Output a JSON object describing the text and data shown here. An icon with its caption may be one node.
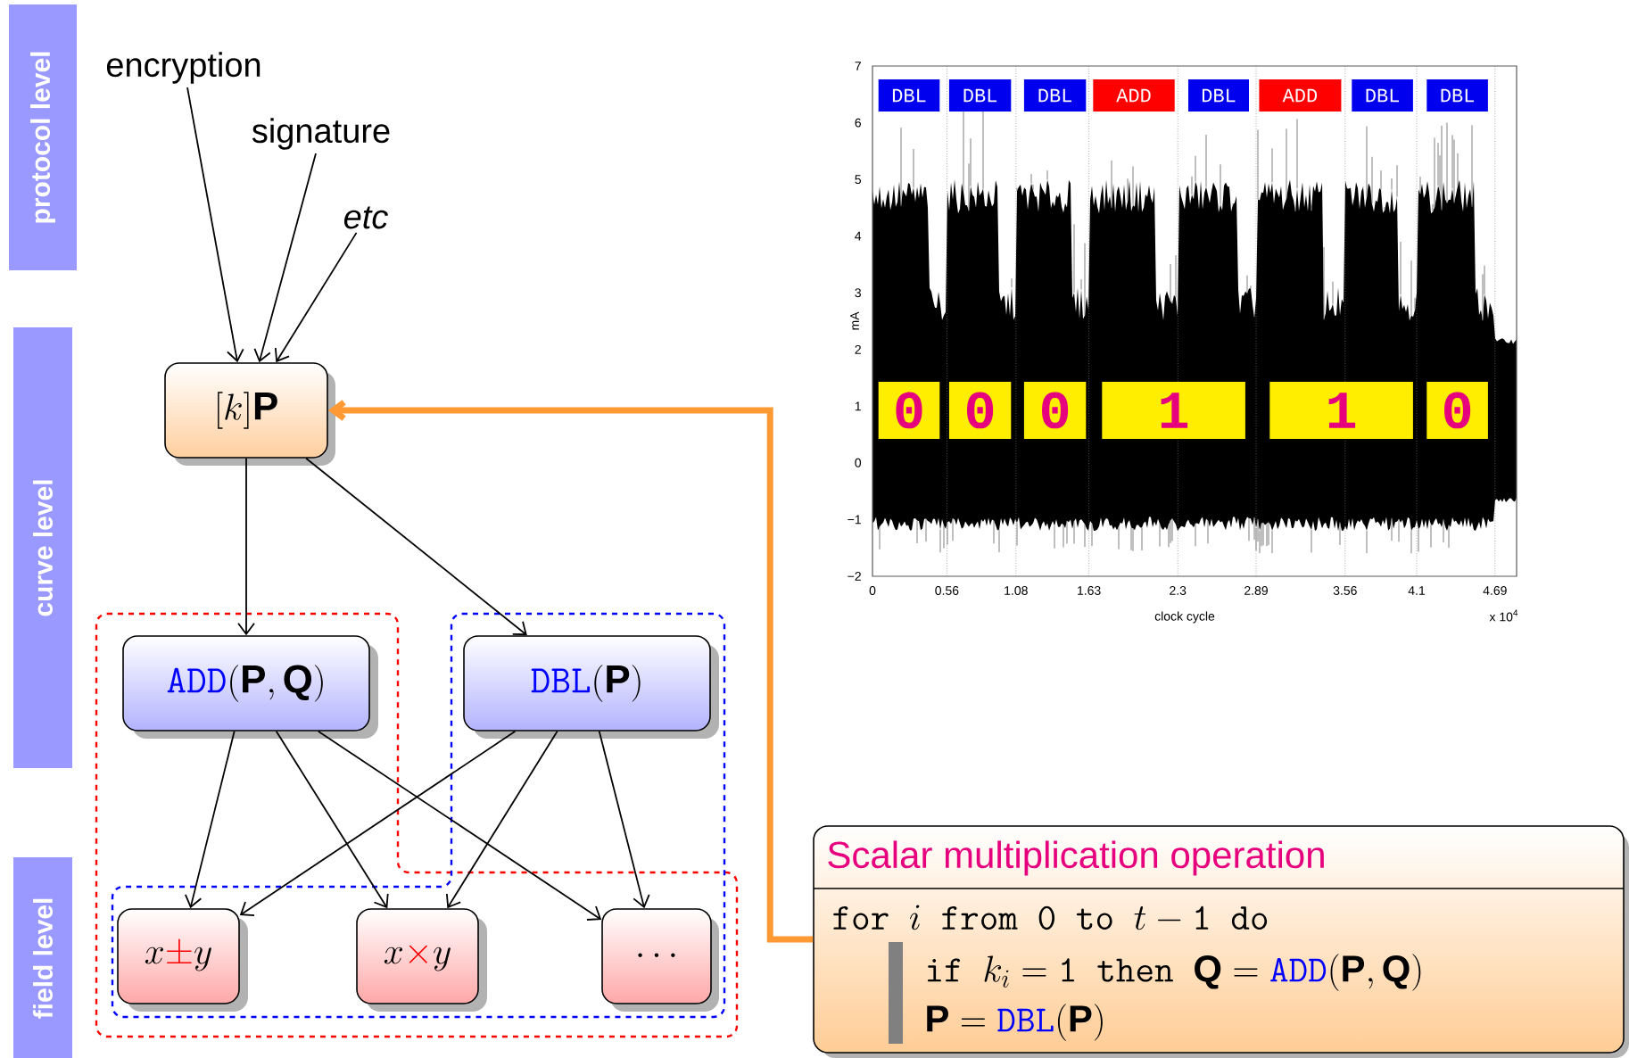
{
  "diagram": {
    "nodes": [
      {
        "text": [
          "protocol level"
        ]
      },
      {
        "text": [
          "curve level"
        ]
      },
      {
        "text": [
          "field level"
        ]
      },
      {
        "text": [
          "encryption"
        ]
      },
      {
        "text": [
          "signature"
        ]
      },
      {
        "text": [
          "etc"
        ]
      },
      {
        "text": [
          "[k]\\mathbf{P}"
        ]
      },
      {
        "text": [
          "{\\color{blue}\\texttt{ADD}}(\\mathbf{P},\\mathbf{Q})"
        ]
      },
      {
        "text": [
          "{\\color{blue}\\texttt{DBL}}(\\mathbf{P})"
        ]
      },
      {
        "text": [
          "x{\\color{red}\\pm}y"
        ]
      },
      {
        "text": [
          "x{\\color{red}\\times}y"
        ]
      },
      {
        "text": [
          "\\cdots"
        ]
      },
      {
        "text": [
          "Scalar multiplication operation",
          "\\texttt{for }i\\texttt{ from 0 to }t-\\texttt{1 do}",
          "\\texttt{if }k_i=\\texttt{1 then }\\mathbf{Q}={\\color{blue}\\texttt{ADD}}(\\mathbf{P},\\mathbf{Q})",
          "\\mathbf{P}={\\color{blue}\\texttt{DBL}}(\\mathbf{P})"
        ]
      },
      {
        "text": [
          "DBL"
        ]
      },
      {
        "text": [
          "DBL"
        ]
      },
      {
        "text": [
          "DBL"
        ]
      },
      {
        "text": [
          "ADD"
        ]
      },
      {
        "text": [
          "DBL"
        ]
      },
      {
        "text": [
          "ADD"
        ]
      },
      {
        "text": [
          "DBL"
        ]
      },
      {
        "text": [
          "DBL"
        ]
      },
      {
        "text": [
          "0"
        ]
      },
      {
        "text": [
          "0"
        ]
      },
      {
        "text": [
          "0"
        ]
      },
      {
        "text": [
          "1"
        ]
      },
      {
        "text": [
          "1"
        ]
      },
      {
        "text": [
          "0"
        ]
      }
    ],
    "edges": [
      {
        "from": 3,
        "to": 6,
        "arrow": "to"
      },
      {
        "from": 4,
        "to": 6,
        "arrow": "to"
      },
      {
        "from": 5,
        "to": 6,
        "arrow": "to"
      },
      {
        "from": 6,
        "to": 7,
        "arrow": "to"
      },
      {
        "from": 6,
        "to": 8,
        "arrow": "to"
      },
      {
        "from": 7,
        "to": 9,
        "arrow": "to"
      },
      {
        "from": 7,
        "to": 10,
        "arrow": "to"
      },
      {
        "from": 7,
        "to": 11,
        "arrow": "to"
      },
      {
        "from": 8,
        "to": 9,
        "arrow": "to"
      },
      {
        "from": 8,
        "to": 10,
        "arrow": "to"
      },
      {
        "from": 8,
        "to": 11,
        "arrow": "to"
      },
      {
        "from": 12,
        "to": 6,
        "arrow": "to",
        "style": "thick",
        "color": "#ff9933"
      }
    ],
    "labels": [
      "7",
      "6",
      "5",
      "4",
      "3",
      "2",
      "1",
      "0",
      "−1",
      "−2",
      "mA",
      "0",
      "0.56",
      "1.08",
      "1.63",
      "2.3",
      "2.89",
      "3.56",
      "4.1",
      "4.69",
      "clock cycle",
      "x 10$^{4}$"
    ]
  }
}
